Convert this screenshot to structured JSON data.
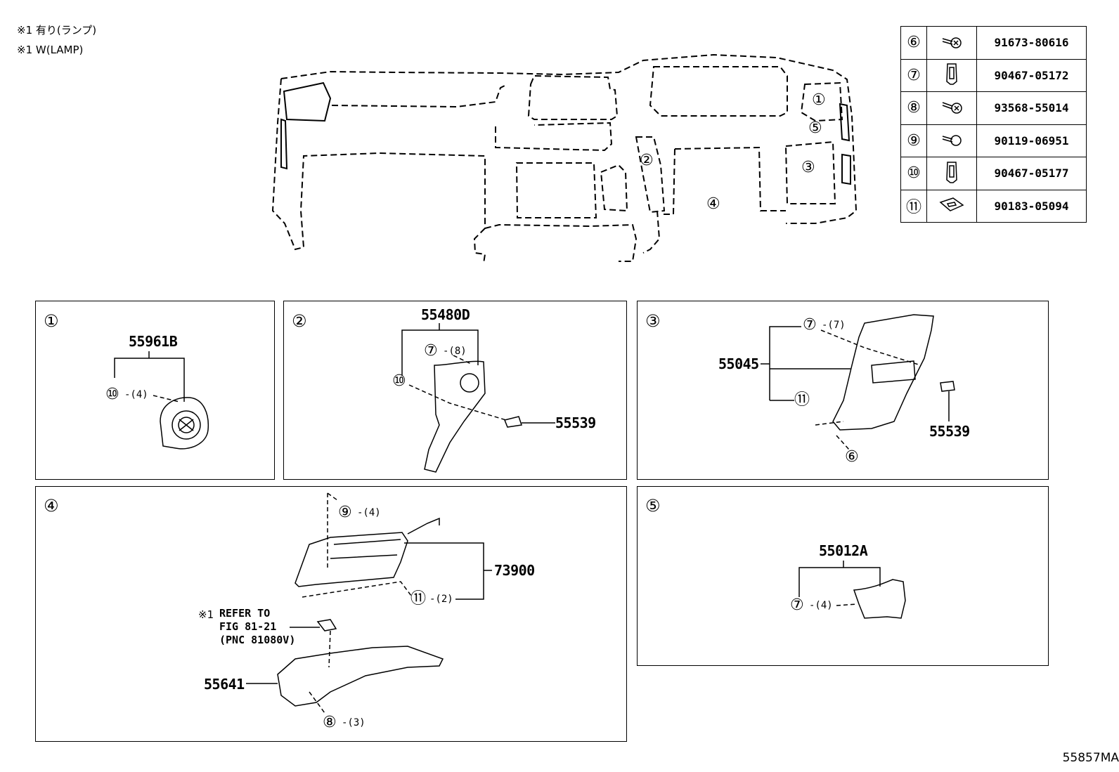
{
  "notes": [
    "※1 有り(ランプ)",
    "※1 W(LAMP)"
  ],
  "figure_id": "55857MA",
  "parts_table": [
    {
      "ref": "⑥",
      "icon": "screw-icon",
      "part_no": "91673-80616"
    },
    {
      "ref": "⑦",
      "icon": "clip-icon",
      "part_no": "90467-05172"
    },
    {
      "ref": "⑧",
      "icon": "screw-icon",
      "part_no": "93568-55014"
    },
    {
      "ref": "⑨",
      "icon": "screw-icon",
      "part_no": "90119-06951"
    },
    {
      "ref": "⑩",
      "icon": "clip-icon",
      "part_no": "90467-05177"
    },
    {
      "ref": "⑪",
      "icon": "nut-icon",
      "part_no": "90183-05094"
    }
  ],
  "overview_callouts": [
    "①",
    "②",
    "③",
    "④",
    "⑤"
  ],
  "panels": {
    "p1": {
      "label": "①",
      "part": "55961B",
      "callout": "⑩",
      "qty": "-(4)"
    },
    "p2": {
      "label": "②",
      "part": "55480D",
      "callout_a": "⑦",
      "qty_a": "-(8)",
      "callout_b": "⑩",
      "part_b": "55539"
    },
    "p3": {
      "label": "③",
      "part": "55045",
      "callout_a": "⑦",
      "qty_a": "-(7)",
      "callout_b": "⑪",
      "callout_c": "⑥",
      "part_b": "55539"
    },
    "p4": {
      "label": "④",
      "callout_a": "⑨",
      "qty_a": "-(4)",
      "part_a": "73900",
      "callout_b": "⑪",
      "qty_b": "-(2)",
      "ref_mark": "※1",
      "ref_text": "REFER TO\nFIG 81-21\n(PNC 81080V)",
      "part_b": "55641",
      "callout_c": "⑧",
      "qty_c": "-(3)"
    },
    "p5": {
      "label": "⑤",
      "part": "55012A",
      "callout": "⑦",
      "qty": "-(4)"
    }
  }
}
